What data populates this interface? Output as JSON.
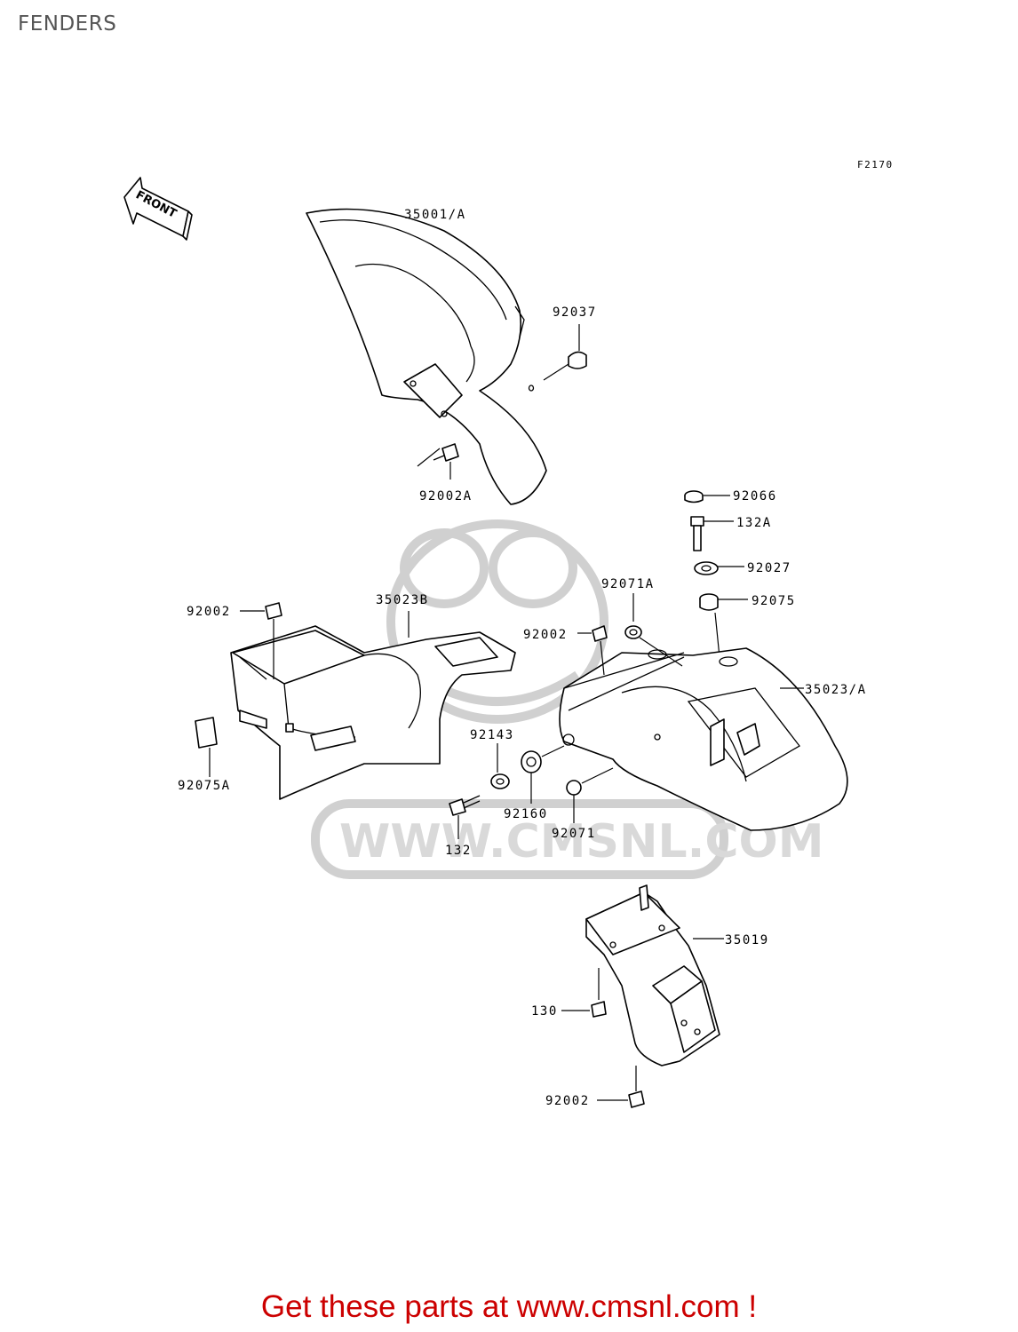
{
  "page": {
    "title": "FENDERS",
    "footer_link": "Get these parts at www.cmsnl.com !"
  },
  "diagram": {
    "figure_code": "F2170",
    "front_arrow_text": "FRONT",
    "watermark_text": "WWW.CMSNL.COM",
    "part_labels": [
      "35001/A",
      "92037",
      "92002A",
      "92066",
      "132A",
      "92027",
      "92075",
      "92071A",
      "92002",
      "35023B",
      "35023/A",
      "92002",
      "92143",
      "92160",
      "92071",
      "132",
      "92075A",
      "35019",
      "130",
      "92002"
    ]
  }
}
